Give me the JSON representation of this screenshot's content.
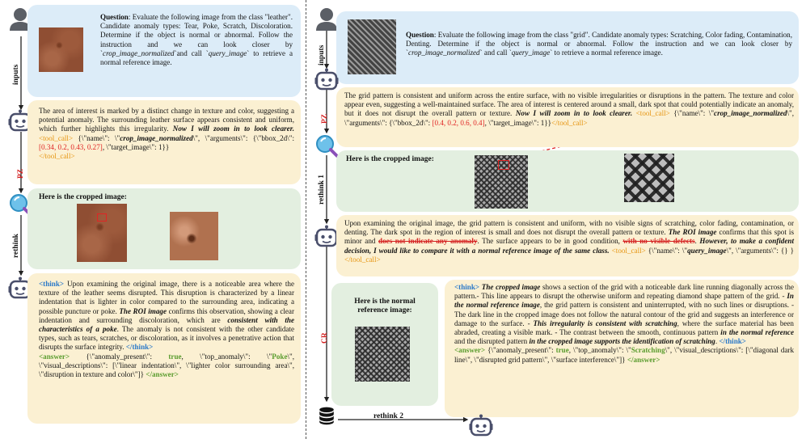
{
  "left": {
    "question": {
      "label": "Question",
      "text": ": Evaluate the following image from the class \"leather\". Candidate anomaly types: Tear, Poke, Scratch, Discoloration. Determine if the object is normal or abnormal. Follow the instruction and we can look closer by `",
      "func1": "crop_image_normalized",
      "mid": "`and call `",
      "func2": "query_image",
      "end": "` to retrieve a normal reference image."
    },
    "pz": {
      "text": "The area of interest is marked by a distinct change in texture and color, suggesting a potential anomaly. The surrounding leather surface appears consistent and uniform, which further highlights this irregularity. ",
      "zoom": "Now I will zoom in to look clearer.",
      "tool_open": " <tool_call>",
      "call_a": " {\\\"name\\\": \\\"",
      "call_fn": "crop_image_normalized",
      "call_b": "\\\", \\\"arguments\\\": {\\\"bbox_2d\\\": ",
      "bbox": "[0.34, 0.2, 0.43, 0.27]",
      "call_c": ", \\\"target_image\\\": 1}}",
      "tool_close": "</tool_call>"
    },
    "cropped_label": "Here is the cropped image:",
    "final": {
      "think_open": "<think>",
      "t1": " Upon examining the original image, there is a noticeable area where the texture of the leather seems disrupted. This disruption is characterized by a linear indentation that is lighter in color compared to the surrounding area, indicating a possible puncture or poke. ",
      "roi": "The ROI image",
      "t2": " confirms this observation, showing a clear indentation and surrounding discoloration, which are ",
      "consistent": "consistent with the characteristics of a poke",
      "t3": ". The anomaly is not consistent with the other candidate types, such as tears, scratches, or discoloration, as it involves a penetrative action that disrupts the surface integrity. ",
      "think_close": "</think>",
      "answer_open": "<answer>",
      "a1": " {\\\"anomaly_present\\\": ",
      "a_true": "true",
      "a2": ", \\\"top_anomaly\\\": \\\"",
      "a_type": "Poke",
      "a3": "\\\", \\\"visual_descriptions\\\": [\\\"linear indentation\\\", \\\"lighter color surrounding area\\\", \\\"disruption in texture and color\\\"]} ",
      "answer_close": "</answer>"
    },
    "labels": {
      "inputs": "inputs",
      "pz": "PZ",
      "rethink": "rethink"
    }
  },
  "right": {
    "question": {
      "label": "Question",
      "text": ": Evaluate the following image from the class \"grid\". Candidate anomaly types: Scratching, Color fading, Contamination, Denting. Determine if the object is normal or abnormal. Follow the instruction and we can look closer by `",
      "func1": "crop_image_normalized",
      "mid": "` and call `",
      "func2": "query_image",
      "end": "` to retrieve a normal reference image."
    },
    "pz": {
      "text": "The grid pattern is consistent and uniform across the entire surface, with no visible irregularities or disruptions in the pattern. The texture and color appear even, suggesting a well-maintained surface. The area of interest is centered around a small, dark spot that could potentially indicate an anomaly, but it does not disrupt the overall pattern or texture. ",
      "zoom": "Now I will zoom in to look clearer.",
      "tool_open": " <tool_call>",
      "call_a": " {\\\"name\\\": \\\"",
      "call_fn": "crop_image_normalized",
      "call_b": "\\\", \\\"arguments\\\": {\\\"bbox_2d\\\": ",
      "bbox": "[0.4, 0.2, 0.6, 0.4]",
      "call_c": ", \\\"target_image\\\": 1}}",
      "tool_close": "</tool_call>"
    },
    "cropped_label": "Here is the cropped image:",
    "rethink1": {
      "t1": "Upon examining the original image, the grid pattern is consistent and uniform, with no visible signs of scratching, color fading, contamination, or denting. The dark spot in the region of interest is small and does not disrupt the overall pattern or texture. ",
      "roi": "The ROI image",
      "t2": " confirms that this spot is minor and ",
      "strike1": "does not indicate any anomaly",
      "t3": ". The surface appears to be in good condition, ",
      "strike2": "with no visible defects",
      "t4": ". ",
      "however": "However, to make a confident decision, I would like to compare it with a normal reference image of the same class.",
      "tool_open": " <tool_call>",
      "call_a": " {\\\"name\\\": \\\"",
      "call_fn": "query_image",
      "call_b": "\\\", \\\"arguments\\\": {} } ",
      "tool_close": "</tool_call>"
    },
    "normal_label": "Here is the normal reference image:",
    "final": {
      "think_open": "<think>",
      "t0": " ",
      "cropped": "The cropped image",
      "t1": " shows a section of the grid with a noticeable dark line running diagonally across the pattern.- This line appears to disrupt the otherwise uniform and repeating diamond shape pattern of the grid. - ",
      "inref": "In the normal reference image",
      "t2": ", the grid pattern is consistent and uninterrupted, with no such lines or disruptions. - The dark line in the cropped image does not follow the natural contour of the grid and suggests an interference or damage to the surface. - ",
      "irreg": "This irregularity is consistent with scratching",
      "t3": ", where the surface material has been abraded, creating a visible mark. - The contrast between the smooth, continuous pattern ",
      "inref2": "in the normal reference",
      "t4": " and the disrupted pattern ",
      "incrop": "in the cropped image supports the identification of scratching",
      "t5": ". ",
      "think_close": "</think>",
      "answer_open": "<answer>",
      "a1": " {\\\"anomaly_present\\\": ",
      "a_true": "true",
      "a2": ", \\\"top_anomaly\\\": \\\"",
      "a_type": "Scratching",
      "a3": "\\\", \\\"visual_descriptions\\\": [\\\"diagonal dark line\\\", \\\"disrupted grid pattern\\\", \\\"surface interference\\\"]} ",
      "answer_close": "</answer>"
    },
    "labels": {
      "inputs": "inputs",
      "pz": "PZ",
      "rethink1": "rethink 1",
      "cr": "CR",
      "rethink2": "rethink 2"
    }
  },
  "colors": {
    "blue_box": "#dcecf8",
    "yellow_box": "#fbf0d2",
    "green_box": "#e3efe0",
    "red": "#e02424",
    "tag_orange": "#e69512",
    "think_blue": "#2a78c8",
    "answer_green": "#5a9c2e"
  },
  "icons": [
    "user-icon",
    "robot-icon",
    "magnifier-icon",
    "database-icon"
  ]
}
